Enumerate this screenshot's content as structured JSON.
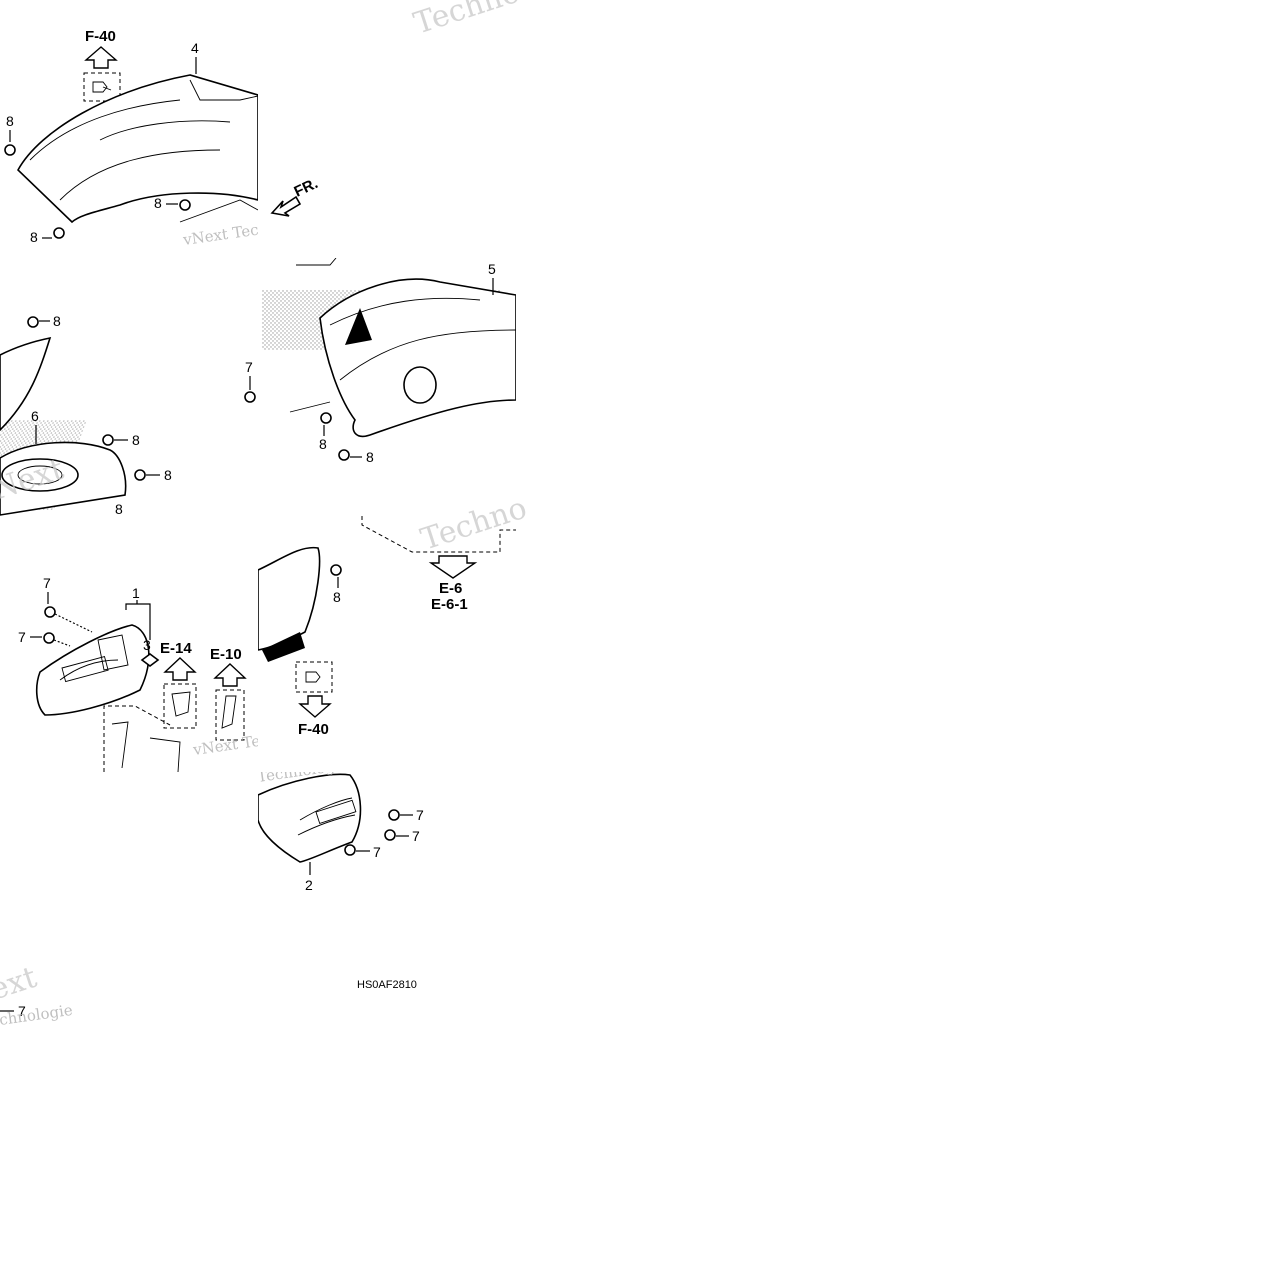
{
  "callouts": {
    "c1": "1",
    "c2": "2",
    "c3": "3",
    "c4": "4",
    "c5": "5",
    "c6": "6",
    "c7": "7",
    "c8": "8"
  },
  "refs": {
    "f40_top": "F-40",
    "f40_mid": "F-40",
    "e14": "E-14",
    "e10": "E-10",
    "e6": "E-6",
    "e61": "E-6-1"
  },
  "front_label": "FR.",
  "diagram_code": "HS0AF2810",
  "watermark": {
    "techno": "Techno",
    "vnext": "vNext Tec",
    "next": "Next",
    "technologies": "Technologies",
    "ext": "ext",
    "technologie": "chnologie"
  }
}
